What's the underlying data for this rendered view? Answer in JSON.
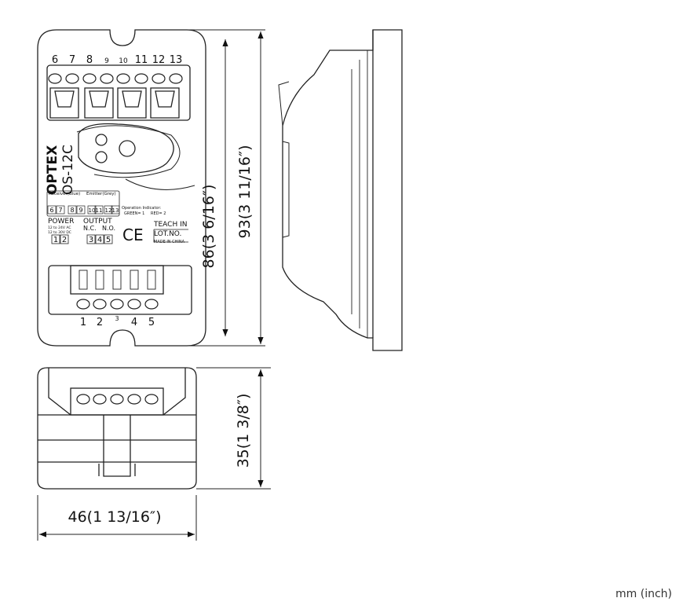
{
  "front": {
    "top_terminals": [
      "6",
      "7",
      "8",
      "9",
      "10",
      "11",
      "12",
      "13"
    ],
    "brand": "OPTEX",
    "model": "OS-12C",
    "receiver_label": "Receiver(Blue)",
    "emitter_label": "Emitter(Grey)",
    "receiver_terms": [
      "6",
      "7",
      "8",
      "9"
    ],
    "emitter_terms": [
      "10",
      "11",
      "12",
      "13"
    ],
    "op_indicator_title": "Operation Indicator:",
    "op_green": "GREEN= 1",
    "op_red": "RED= 2",
    "power_title": "POWER",
    "power_spec_ac": "12 to 24V AC",
    "power_spec_dc": "12 to 30V DC",
    "power_terms": [
      "1",
      "2"
    ],
    "output_title": "OUTPUT",
    "nc": "N.C.",
    "no": "N.O.",
    "output_terms": [
      "3",
      "4",
      "5"
    ],
    "ce": "CE",
    "teach_in": "TEACH IN",
    "lot_no": "LOT.NO.",
    "made_in": "MADE IN CHINA",
    "bottom_terminals": [
      "1",
      "2",
      "3",
      "4",
      "5"
    ]
  },
  "dimensions": {
    "inner_height": "86(3 6/16″)",
    "outer_height": "93(3 11/16″)",
    "depth": "35(1 3/8″)",
    "width": "46(1 13/16″)"
  },
  "units_note": "mm (inch)"
}
